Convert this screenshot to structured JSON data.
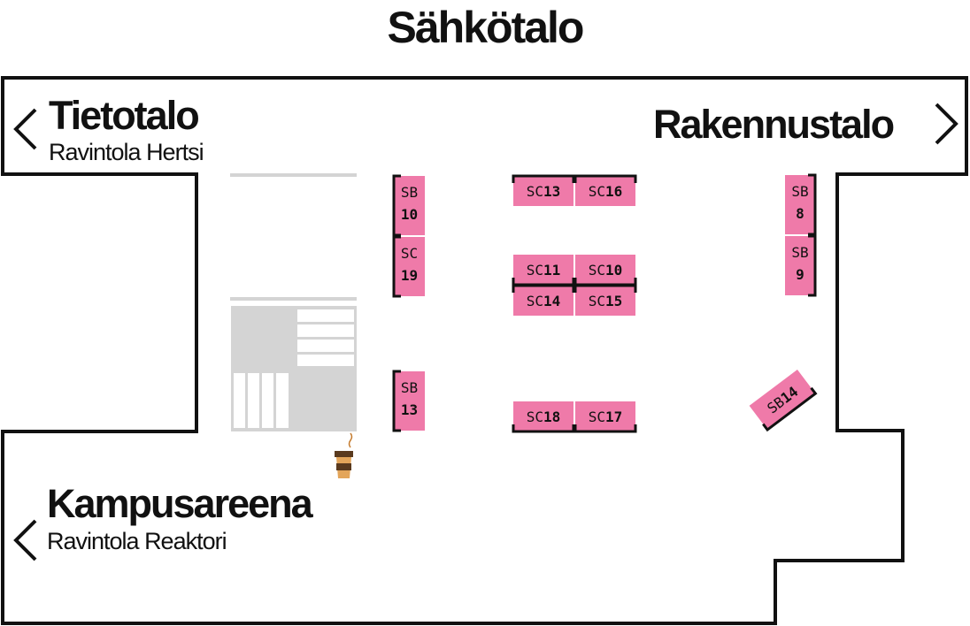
{
  "map": {
    "title": "Sähkötalo",
    "exits": [
      {
        "id": "tietotalo",
        "name": "Tietotalo",
        "sub": "Ravintola Hertsi",
        "arrow": "left"
      },
      {
        "id": "rakennustalo",
        "name": "Rakennustalo",
        "sub": "",
        "arrow": "right"
      },
      {
        "id": "kampusareena",
        "name": "Kampusareena",
        "sub": "Ravintola Reaktori",
        "arrow": "left"
      }
    ],
    "amenities": [
      {
        "id": "coffee",
        "icon": "coffee-cup-icon"
      }
    ]
  },
  "colors": {
    "booth": "#ef7aa9",
    "wall": "#111111",
    "furniture": "#d4d4d4"
  },
  "booths": [
    {
      "id": "sb-10",
      "prefix": "SB",
      "number": "10",
      "orientation": "vertical"
    },
    {
      "id": "sb-19",
      "prefix": "SC",
      "number": "19",
      "orientation": "vertical"
    },
    {
      "id": "sb-13",
      "prefix": "SB",
      "number": "13",
      "orientation": "vertical"
    },
    {
      "id": "sc-13",
      "prefix": "SC",
      "number": "13",
      "orientation": "horizontal"
    },
    {
      "id": "sc-16",
      "prefix": "SC",
      "number": "16",
      "orientation": "horizontal"
    },
    {
      "id": "sc-11",
      "prefix": "SC",
      "number": "11",
      "orientation": "horizontal"
    },
    {
      "id": "sc-10",
      "prefix": "SC",
      "number": "10",
      "orientation": "horizontal"
    },
    {
      "id": "sc-14",
      "prefix": "SC",
      "number": "14",
      "orientation": "horizontal"
    },
    {
      "id": "sc-15",
      "prefix": "SC",
      "number": "15",
      "orientation": "horizontal"
    },
    {
      "id": "sc-18",
      "prefix": "SC",
      "number": "18",
      "orientation": "horizontal"
    },
    {
      "id": "sc-17",
      "prefix": "SC",
      "number": "17",
      "orientation": "horizontal"
    },
    {
      "id": "sb-8",
      "prefix": "SB",
      "number": "8",
      "orientation": "vertical"
    },
    {
      "id": "sb-9",
      "prefix": "SB",
      "number": "9",
      "orientation": "vertical"
    },
    {
      "id": "sb-14",
      "prefix": "SB",
      "number": "14",
      "orientation": "rotated"
    }
  ]
}
